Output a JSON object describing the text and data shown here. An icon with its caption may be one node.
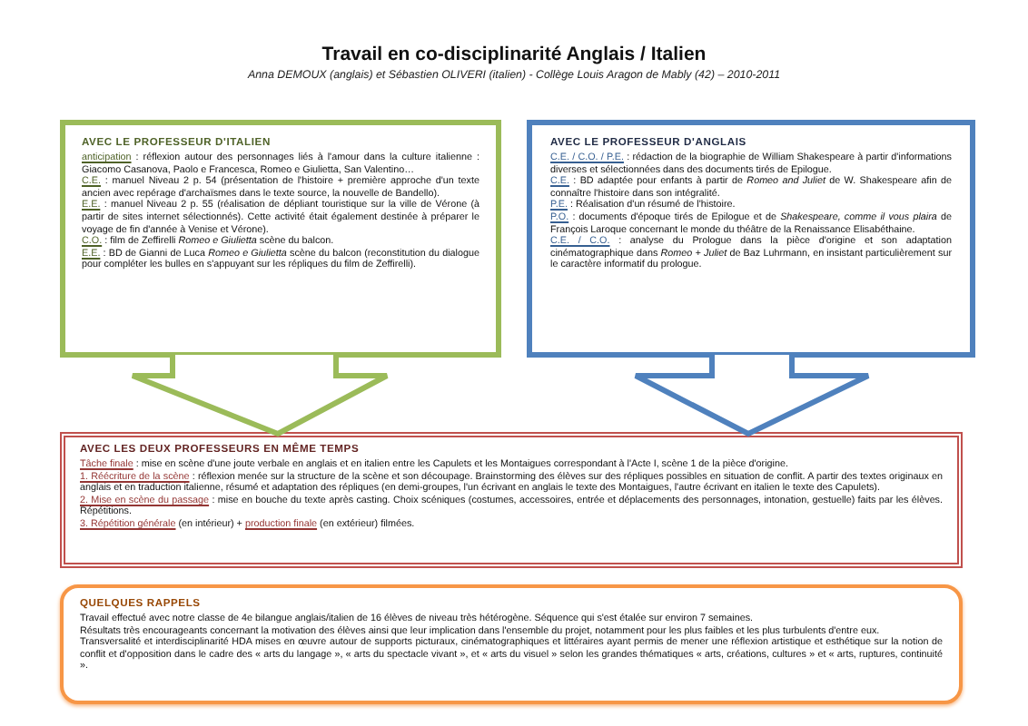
{
  "diagram": {
    "title": "Travail en co-disciplinarité Anglais / Italien",
    "labels": [
      "Anna DEMOUX (anglais) et Sébastien OLIVERI (italien) - Collège Louis Aragon de Mably (42) – 2010-2011"
    ],
    "nodes": [
      {
        "text": [
          "AVEC LE PROFESSEUR D'ITALIEN",
          "anticipation",
          ": réflexion autour des personnages liés à l'amour dans la culture italienne : Giacomo Casanova, Paolo e Francesca, Romeo e Giulietta, San Valentino…",
          "C.E.",
          ": manuel Niveau 2 p. 54 (présentation de l'histoire + première approche d'un texte ancien avec repérage d'archaïsmes dans le texte source, la nouvelle de Bandello).",
          "E.E.",
          ": manuel Niveau 2 p. 55 (réalisation de dépliant touristique sur la ville de Vérone (à partir de sites internet sélectionnés). Cette activité était également destinée à préparer le voyage de fin d'année à Venise et Vérone).",
          "C.O.",
          ": film de Zeffirelli *Romeo e Giulietta* scène du balcon.",
          "E.E.",
          ": BD de Gianni de Luca *Romeo e Giulietta* scène du balcon (reconstitution du dialogue pour compléter les bulles en s'appuyant sur les répliques du film de Zeffirelli)."
        ]
      },
      {
        "text": [
          "AVEC LE PROFESSEUR D'ANGLAIS",
          "C.E. / C.O. / P.E.",
          ": rédaction de la biographie de William Shakespeare à partir d'informations diverses et sélectionnées dans des documents tirés de Epilogue.",
          "C.E.",
          ": BD adaptée pour enfants à partir de *Romeo and Juliet* de W. Shakespeare afin de connaître l'histoire dans son intégralité.",
          "P.E.",
          ": Réalisation d'un résumé de l'histoire.",
          "P.O.",
          ": documents d'époque tirés de Epilogue et de *Shakespeare, comme il vous plaira* de François Laroque concernant le monde du théâtre de la Renaissance Elisabéthaine.",
          "C.E. / C.O.",
          ": analyse du Prologue dans la pièce d'origine et son adaptation cinématographique dans *Romeo + Juliet* de Baz Luhrmann, en insistant particulièrement sur le caractère informatif du prologue."
        ]
      },
      {
        "text": [
          "AVEC LES DEUX PROFESSEURS EN MÊME TEMPS",
          "Tâche finale",
          ": mise en scène d'une joute verbale en anglais et en italien entre les Capulets et les Montaigues correspondant à l'Acte I, scène 1 de la pièce d'origine.",
          "1. Réécriture de la scène",
          ": réflexion menée sur la structure de la scène et son découpage. Brainstorming des élèves sur des répliques possibles en situation de conflit. A partir des textes originaux en anglais et en traduction italienne, résumé et adaptation des répliques (en demi-groupes, l'un écrivant en anglais le texte des Montaigues, l'autre écrivant en italien le texte des Capulets).",
          "2. Mise en scène du passage",
          ": mise en bouche du texte après casting. Choix scéniques (costumes, accessoires, entrée et déplacements des personnages, intonation, gestuelle) faits par les élèves. Répétitions.",
          "3. Répétition générale",
          "(en intérieur) +",
          "production finale",
          "(en extérieur) filmées."
        ]
      },
      {
        "text": [
          "QUELQUES RAPPELS",
          "Travail effectué avec notre classe de 4e bilangue anglais/italien de 16 élèves de niveau très hétérogène. Séquence qui s'est étalée sur environ 7 semaines.",
          "Résultats très encourageants concernant la motivation des élèves ainsi que leur implication dans l'ensemble du projet, notamment pour les plus faibles et les plus turbulents d'entre eux.",
          "Transversalité et interdisciplinarité HDA mises en œuvre autour de supports picturaux, cinématographiques et littéraires ayant permis de mener une réflexion artistique et esthétique sur la notion de conflit et d'opposition dans le cadre des « arts du langage », « arts du spectacle vivant », et « arts du visuel » selon les grandes thématiques « arts, créations, cultures » et « arts, ruptures, continuité »."
        ]
      }
    ],
    "edges": [
      {
        "from": 0,
        "to": 2,
        "arrow": "to",
        "color": "#9bbb59"
      },
      {
        "from": 1,
        "to": 2,
        "arrow": "to",
        "color": "#4f81bd"
      }
    ]
  }
}
